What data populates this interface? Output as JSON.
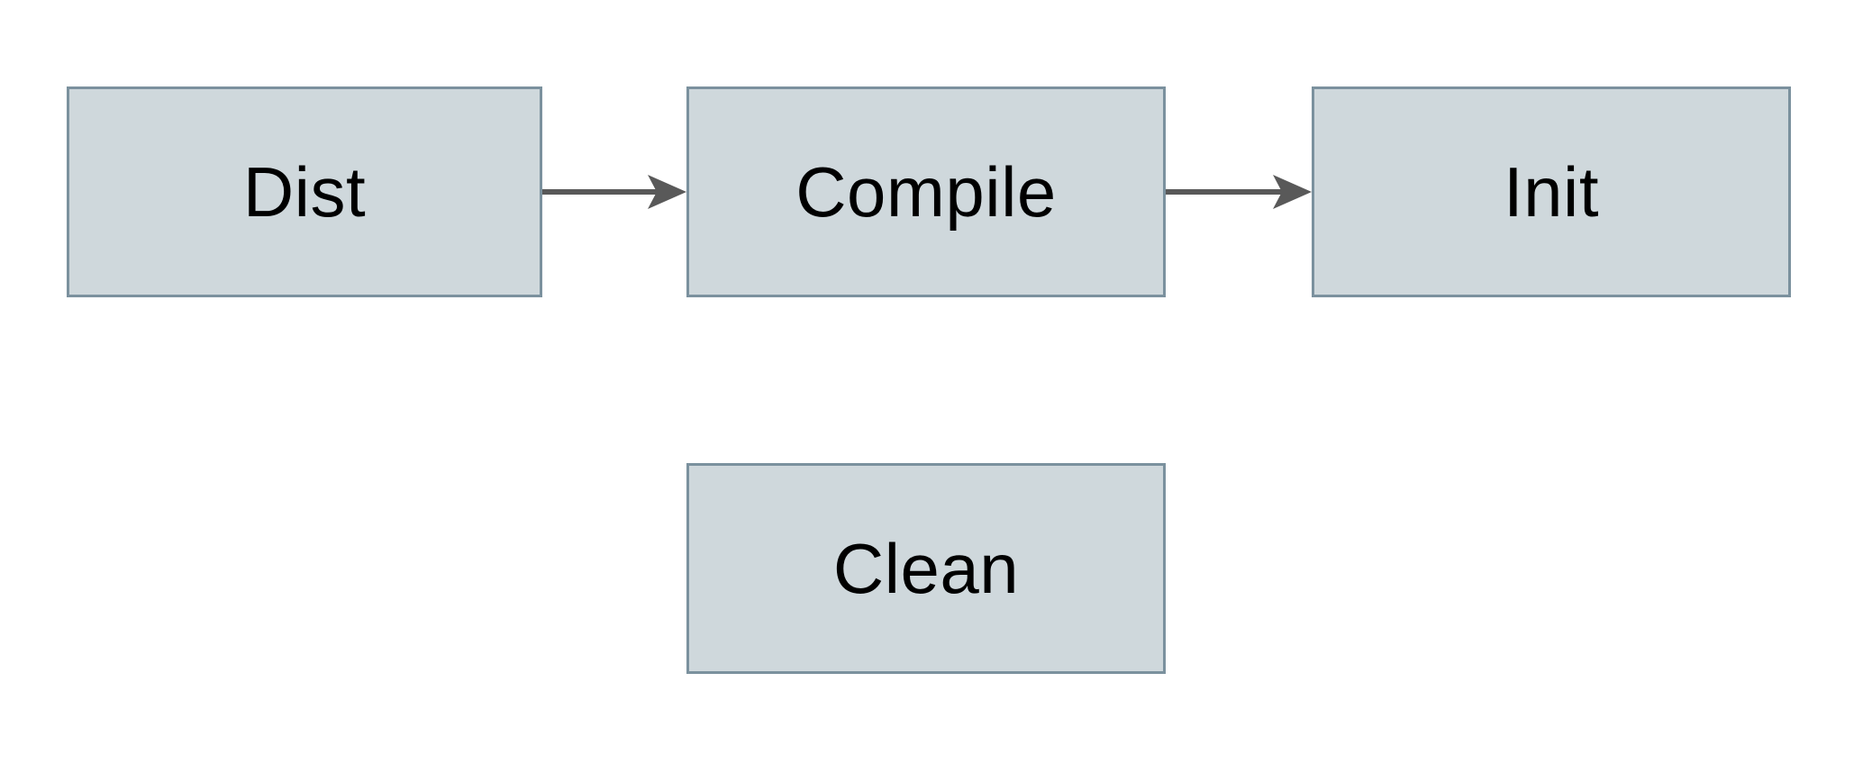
{
  "colors": {
    "background": "#ffffff",
    "node_fill": "#cfd8dc",
    "node_border": "#7b919e",
    "arrow": "#595959",
    "text": "#000000"
  },
  "diagram": {
    "type": "flowchart",
    "orientation": "left-to-right",
    "nodes": [
      {
        "id": "dist",
        "label": "Dist",
        "row": 1
      },
      {
        "id": "compile",
        "label": "Compile",
        "row": 1
      },
      {
        "id": "init",
        "label": "Init",
        "row": 1
      },
      {
        "id": "clean",
        "label": "Clean",
        "row": 2
      }
    ],
    "edges": [
      {
        "from": "dist",
        "to": "compile",
        "style": "solid-arrow"
      },
      {
        "from": "compile",
        "to": "init",
        "style": "solid-arrow"
      }
    ]
  }
}
